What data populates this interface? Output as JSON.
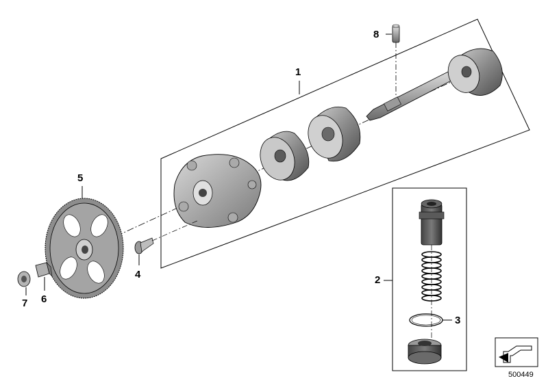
{
  "callouts": {
    "c1": "1",
    "c2": "2",
    "c3": "3",
    "c4": "4",
    "c5": "5",
    "c6": "6",
    "c7": "7",
    "c8": "8"
  },
  "diagram_number": "500449",
  "colors": {
    "line": "#000000",
    "part_dark": "#5e5e5e",
    "part_mid": "#8a8a8a",
    "part_light": "#bdbdbd",
    "part_face": "#d4d4d4"
  }
}
